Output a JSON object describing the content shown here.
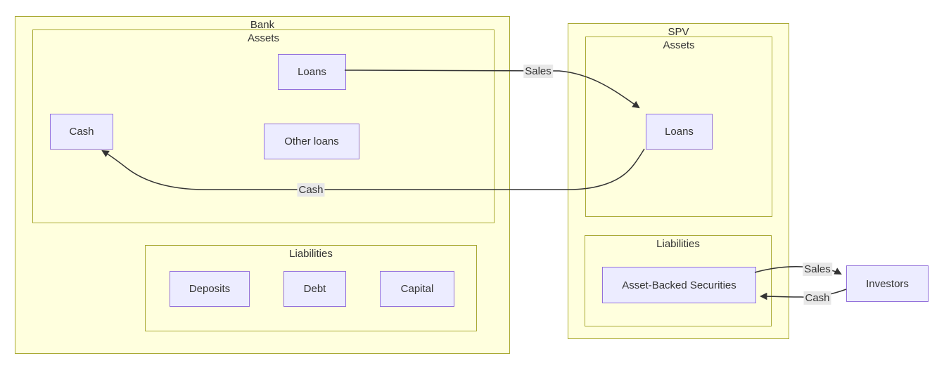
{
  "clusters": {
    "bank": {
      "label": "Bank"
    },
    "bank_assets": {
      "label": "Assets"
    },
    "bank_liabilities": {
      "label": "Liabilities"
    },
    "spv": {
      "label": "SPV"
    },
    "spv_assets": {
      "label": "Assets"
    },
    "spv_liabilities": {
      "label": "Liabilities"
    }
  },
  "nodes": {
    "bank_loans": "Loans",
    "bank_cash": "Cash",
    "bank_other_loans": "Other loans",
    "deposits": "Deposits",
    "debt": "Debt",
    "capital": "Capital",
    "spv_loans": "Loans",
    "asset_backed_securities": "Asset-Backed Securities",
    "investors": "Investors"
  },
  "edges": {
    "bank_loans_to_spv_loans": "Sales",
    "spv_loans_to_bank_cash": "Cash",
    "abs_to_investors": "Sales",
    "investors_to_abs": "Cash"
  },
  "colors": {
    "cluster_fill": "#ffffde",
    "cluster_border": "#aaaa33",
    "node_fill": "#ECECFF",
    "node_border": "#9370DB",
    "edge_stroke": "#333333",
    "edge_label_bg": "#e8e8e8",
    "text": "#333333",
    "background": "#ffffff"
  }
}
